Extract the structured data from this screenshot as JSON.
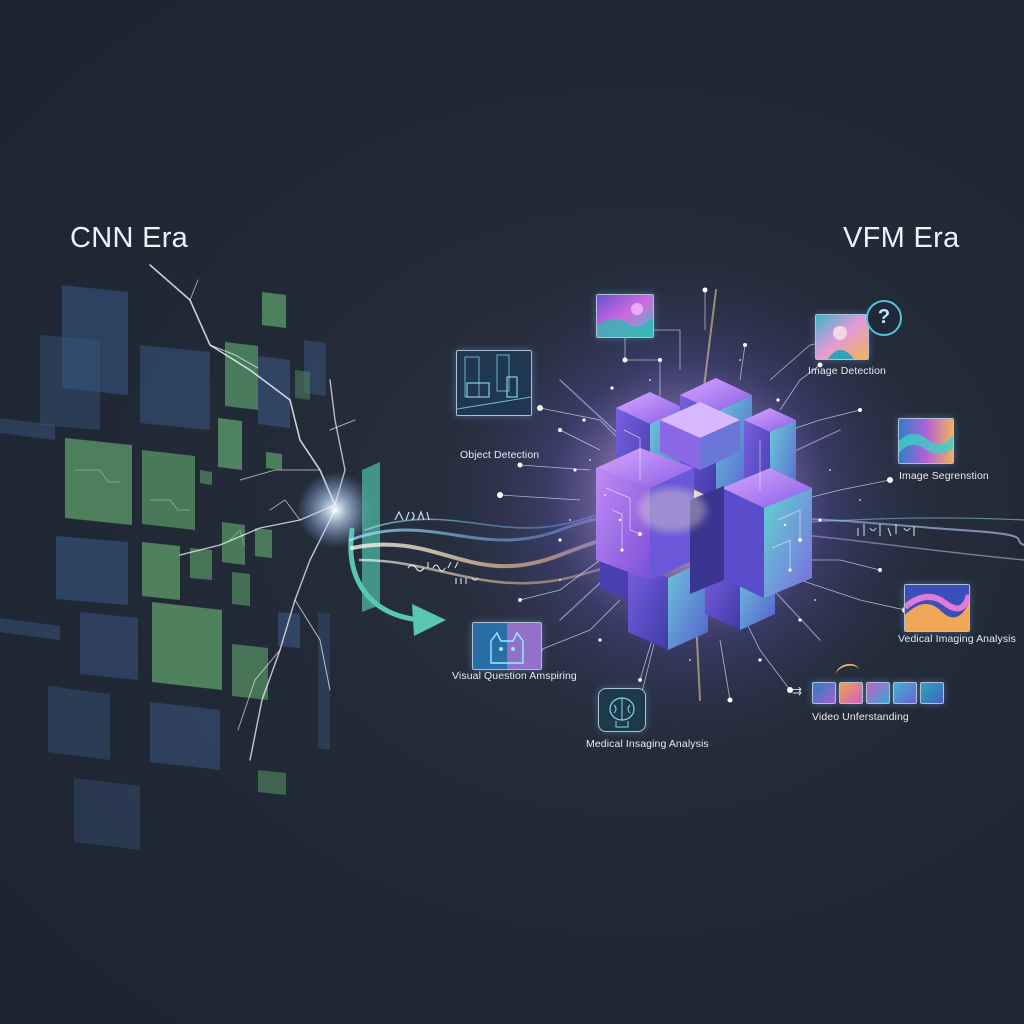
{
  "titles": {
    "left": "CNN Era",
    "right": "VFM Era"
  },
  "labels": {
    "object_detection": "Object Detection",
    "image_detection": "Image Detection",
    "image_segmentation": "Image Segrenstion",
    "vedical_imaging": "Vedical Imaging Analysis",
    "video_understanding": "Video Unferstanding",
    "medical_imaging": "Medical Insaging Analysis",
    "visual_question": "Visual Question Amspiring"
  },
  "colors": {
    "background": "#222a37",
    "cnn_green": "#5f9e6a",
    "cnn_blue": "#3c5a86",
    "vfm_purple": "#9a5ce0",
    "vfm_teal": "#49c6c0",
    "lightning": "#ffffff",
    "arrow": "#59c7b0",
    "glow_gold": "#f2c67a"
  },
  "icons": {
    "question_bubble": "question-mark-icon",
    "brain_scan": "brain-icon",
    "cat_face": "cat-icon",
    "double_arrow": "double-arrow-icon"
  }
}
